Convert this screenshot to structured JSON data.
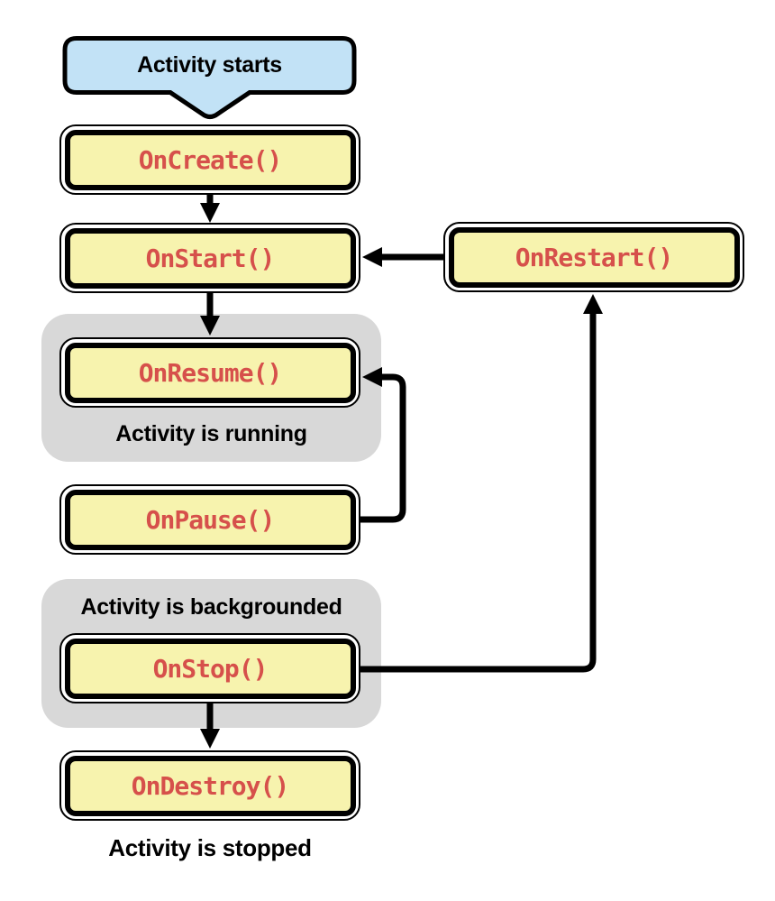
{
  "colors": {
    "canvas": "#FFFFFF",
    "node-fill": "#F7F3AE",
    "node-border": "#000000",
    "node-text": "#D6504B",
    "start-fill": "#C2E2F6",
    "group-fill": "#D8D8D8",
    "label-text": "#000000",
    "arrow": "#000000"
  },
  "nodes": {
    "activity_starts": {
      "label": "Activity starts",
      "type": "start-terminator"
    },
    "on_create": {
      "label": "OnCreate()"
    },
    "on_start": {
      "label": "OnStart()"
    },
    "on_restart": {
      "label": "OnRestart()"
    },
    "on_resume": {
      "label": "OnResume()"
    },
    "on_pause": {
      "label": "OnPause()"
    },
    "on_stop": {
      "label": "OnStop()"
    },
    "on_destroy": {
      "label": "OnDestroy()"
    }
  },
  "groups": {
    "running": {
      "label": "Activity is running",
      "contains": [
        "on_resume"
      ]
    },
    "backgrounded": {
      "label": "Activity is backgrounded",
      "contains": [
        "on_stop"
      ]
    }
  },
  "captions": {
    "stopped": {
      "label": "Activity is stopped"
    }
  },
  "edges": [
    {
      "from": "activity_starts",
      "to": "on_create",
      "kind": "notch-pointer"
    },
    {
      "from": "on_create",
      "to": "on_start",
      "kind": "arrow-down"
    },
    {
      "from": "on_start",
      "to": "on_resume",
      "kind": "arrow-down"
    },
    {
      "from": "on_restart",
      "to": "on_start",
      "kind": "arrow-left"
    },
    {
      "from": "on_pause",
      "to": "on_resume",
      "kind": "arrow-elbow-left"
    },
    {
      "from": "on_stop",
      "to": "on_restart",
      "kind": "arrow-elbow-up"
    },
    {
      "from": "on_stop",
      "to": "on_destroy",
      "kind": "arrow-down"
    }
  ]
}
